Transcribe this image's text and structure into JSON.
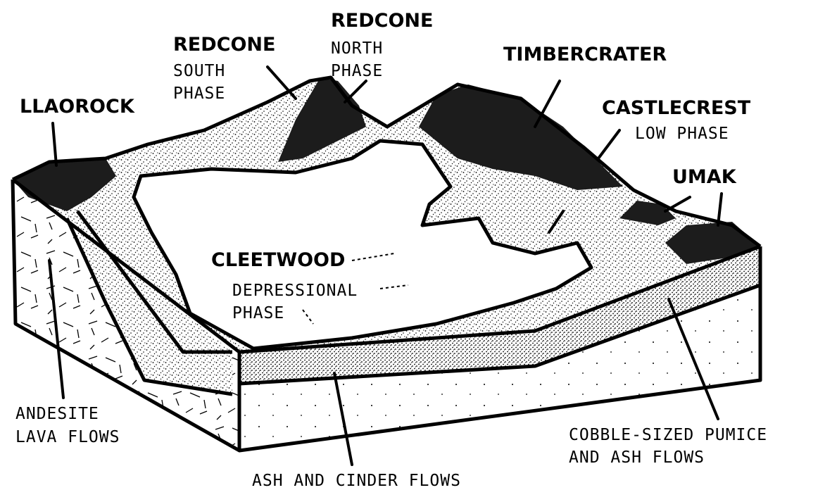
{
  "labels": {
    "llaorock": "LLAOROCK",
    "redcone_south_title": "REDCONE",
    "redcone_south_sub1": "SOUTH",
    "redcone_south_sub2": "PHASE",
    "redcone_north_title": "REDCONE",
    "redcone_north_sub1": "NORTH",
    "redcone_north_sub2": "PHASE",
    "timbercrater": "TIMBERCRATER",
    "castlecrest_title": "CASTLECREST",
    "castlecrest_sub": "LOW PHASE",
    "umak": "UMAK",
    "cleetwood_title": "CLEETWOOD",
    "cleetwood_sub1": "DEPRESSIONAL",
    "cleetwood_sub2": "PHASE",
    "andesite_1": "ANDESITE",
    "andesite_2": "LAVA FLOWS",
    "cobble_1": "COBBLE-SIZED PUMICE",
    "cobble_2": "AND ASH FLOWS",
    "ash_cinder": "ASH AND CINDER FLOWS"
  },
  "colors": {
    "dark_unit": "#1c1c1c",
    "stipple_unit": "#c9c9c9",
    "light_unit": "#ffffff",
    "lava_face": "#f7f7f7"
  }
}
